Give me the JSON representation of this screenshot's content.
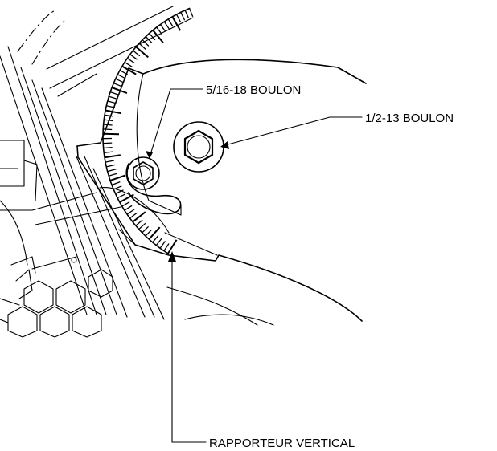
{
  "labels": {
    "bolt_small": "5/16-18 BOULON",
    "bolt_large": "1/2-13 BOULON",
    "protractor": "RAPPORTEUR VERTICAL"
  }
}
